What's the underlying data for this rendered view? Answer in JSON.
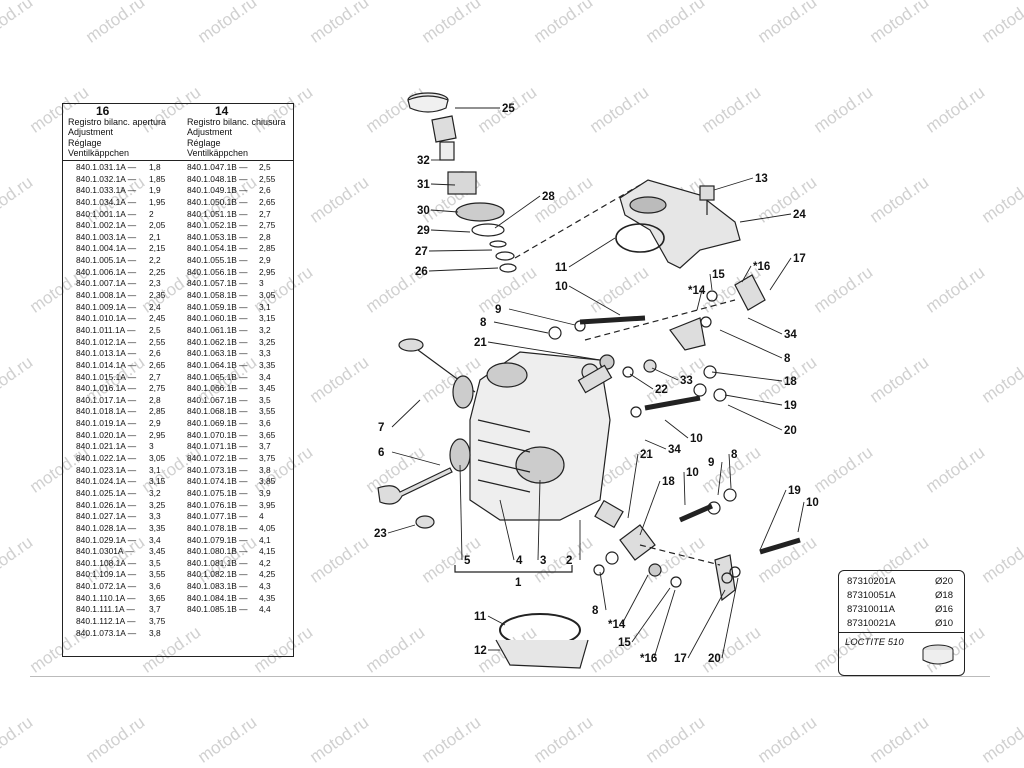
{
  "watermark_text": "motod.ru",
  "table": {
    "col16": {
      "number": "16",
      "header_lines": [
        "Registro bilanc. apertura",
        "Adjustment",
        "Réglage",
        "Ventilkäppchen"
      ],
      "rows": [
        [
          "840.1.031.1A —",
          "1,8"
        ],
        [
          "840.1.032.1A —",
          "1,85"
        ],
        [
          "840.1.033.1A —",
          "1,9"
        ],
        [
          "840.1.034.1A —",
          "1,95"
        ],
        [
          "840.1.001.1A —",
          "2"
        ],
        [
          "840.1.002.1A —",
          "2,05"
        ],
        [
          "840.1.003.1A —",
          "2,1"
        ],
        [
          "840.1.004.1A —",
          "2,15"
        ],
        [
          "840.1.005.1A —",
          "2,2"
        ],
        [
          "840.1.006.1A —",
          "2,25"
        ],
        [
          "840.1.007.1A —",
          "2,3"
        ],
        [
          "840.1.008.1A —",
          "2,35"
        ],
        [
          "840.1.009.1A —",
          "2,4"
        ],
        [
          "840.1.010.1A —",
          "2,45"
        ],
        [
          "840.1.011.1A —",
          "2,5"
        ],
        [
          "840.1.012.1A —",
          "2,55"
        ],
        [
          "840.1.013.1A —",
          "2,6"
        ],
        [
          "840.1.014.1A —",
          "2,65"
        ],
        [
          "840.1.015.1A —",
          "2,7"
        ],
        [
          "840.1.016.1A —",
          "2,75"
        ],
        [
          "840.1.017.1A —",
          "2,8"
        ],
        [
          "840.1.018.1A —",
          "2,85"
        ],
        [
          "840.1.019.1A —",
          "2,9"
        ],
        [
          "840.1.020.1A —",
          "2,95"
        ],
        [
          "840.1.021.1A —",
          "3"
        ],
        [
          "840.1.022.1A —",
          "3,05"
        ],
        [
          "840.1.023.1A —",
          "3,1"
        ],
        [
          "840.1.024.1A —",
          "3,15"
        ],
        [
          "840.1.025.1A —",
          "3,2"
        ],
        [
          "840.1.026.1A —",
          "3,25"
        ],
        [
          "840.1.027.1A —",
          "3,3"
        ],
        [
          "840.1.028.1A —",
          "3,35"
        ],
        [
          "840.1.029.1A —",
          "3,4"
        ],
        [
          "840.1.0301A —",
          "3,45"
        ],
        [
          "840.1.108.1A —",
          "3,5"
        ],
        [
          "840.1.109.1A —",
          "3,55"
        ],
        [
          "840.1.072.1A —",
          "3,6"
        ],
        [
          "840.1.110.1A —",
          "3,65"
        ],
        [
          "840.1.111.1A —",
          "3,7"
        ],
        [
          "840.1.112.1A —",
          "3,75"
        ],
        [
          "840.1.073.1A —",
          "3,8"
        ]
      ]
    },
    "col14": {
      "number": "14",
      "header_lines": [
        "Registro bilanc. chiusura",
        "Adjustment",
        "Réglage",
        "Ventilkäppchen"
      ],
      "rows": [
        [
          "840.1.047.1B —",
          "2,5"
        ],
        [
          "840.1.048.1B —",
          "2,55"
        ],
        [
          "840.1.049.1B —",
          "2,6"
        ],
        [
          "840.1.050.1B —",
          "2,65"
        ],
        [
          "840.1.051.1B —",
          "2,7"
        ],
        [
          "840.1.052.1B —",
          "2,75"
        ],
        [
          "840.1.053.1B —",
          "2,8"
        ],
        [
          "840.1.054.1B —",
          "2,85"
        ],
        [
          "840.1.055.1B —",
          "2,9"
        ],
        [
          "840.1.056.1B —",
          "2,95"
        ],
        [
          "840.1.057.1B —",
          "3"
        ],
        [
          "840.1.058.1B —",
          "3,05"
        ],
        [
          "840.1.059.1B —",
          "3,1"
        ],
        [
          "840.1.060.1B —",
          "3,15"
        ],
        [
          "840.1.061.1B —",
          "3,2"
        ],
        [
          "840.1.062.1B —",
          "3,25"
        ],
        [
          "840.1.063.1B —",
          "3,3"
        ],
        [
          "840.1.064.1B —",
          "3,35"
        ],
        [
          "840.1.065.1B —",
          "3,4"
        ],
        [
          "840.1.066.1B —",
          "3,45"
        ],
        [
          "840.1.067.1B —",
          "3,5"
        ],
        [
          "840.1.068.1B —",
          "3,55"
        ],
        [
          "840.1.069.1B —",
          "3,6"
        ],
        [
          "840.1.070.1B —",
          "3,65"
        ],
        [
          "840.1.071.1B —",
          "3,7"
        ],
        [
          "840.1.072.1B —",
          "3,75"
        ],
        [
          "840.1.073.1B —",
          "3,8"
        ],
        [
          "840.1.074.1B —",
          "3,85"
        ],
        [
          "840.1.075.1B —",
          "3,9"
        ],
        [
          "840.1.076.1B —",
          "3,95"
        ],
        [
          "840.1.077.1B —",
          "4"
        ],
        [
          "840.1.078.1B —",
          "4,05"
        ],
        [
          "840.1.079.1B —",
          "4,1"
        ],
        [
          "840.1.080.1B —",
          "4,15"
        ],
        [
          "840.1.081.1B —",
          "4,2"
        ],
        [
          "840.1.082.1B —",
          "4,25"
        ],
        [
          "840.1.083.1B —",
          "4,3"
        ],
        [
          "840.1.084.1B —",
          "4,35"
        ],
        [
          "840.1.085.1B —",
          "4,4"
        ]
      ]
    }
  },
  "gaskets": {
    "rows": [
      {
        "part": "87310201A",
        "dia": "Ø20"
      },
      {
        "part": "87310051A",
        "dia": "Ø18"
      },
      {
        "part": "87310011A",
        "dia": "Ø16"
      },
      {
        "part": "87310021A",
        "dia": "Ø10"
      }
    ],
    "loctite": "LOCTITE 510"
  },
  "callouts": [
    "25",
    "32",
    "31",
    "30",
    "29",
    "27",
    "26",
    "28",
    "13",
    "24",
    "11",
    "10",
    "9",
    "8",
    "21",
    "15",
    "*14",
    "*16",
    "17",
    "34",
    "8",
    "18",
    "22",
    "33",
    "19",
    "20",
    "7",
    "34",
    "10",
    "6",
    "21",
    "18",
    "10",
    "9",
    "8",
    "19",
    "10",
    "23",
    "5",
    "4",
    "3",
    "2",
    "1",
    "8",
    "*14",
    "15",
    "*16",
    "17",
    "20",
    "11",
    "12"
  ]
}
